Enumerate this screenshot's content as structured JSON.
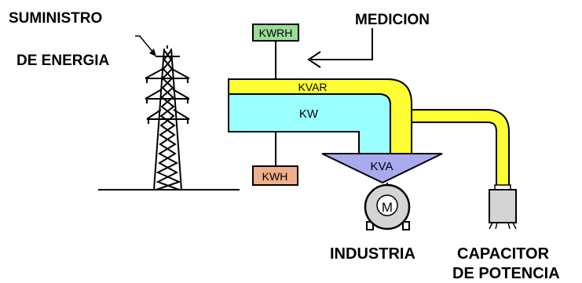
{
  "labels": {
    "supply_line1": "SUMINISTRO",
    "supply_line2": "DE ENERGIA",
    "measurement": "MEDICION",
    "kwrh": "KWRH",
    "kvar": "KVAR",
    "kw": "KW",
    "kva": "KVA",
    "kwh": "KWH",
    "motor": "M",
    "industry": "INDUSTRIA",
    "capacitor_line1": "CAPACITOR",
    "capacitor_line2": "DE POTENCIA"
  },
  "colors": {
    "kvar": "#ffff33",
    "kw": "#99ffff",
    "kva": "#a9a9ee",
    "kwrh_meter": "#99dd99",
    "kwh_meter": "#f0b08a",
    "motor": "#d4d4d4",
    "capacitor": "#d4d4d4"
  },
  "icons": [
    "transmission-tower-icon",
    "motor-icon",
    "capacitor-icon",
    "arrow-left-icon",
    "arrow-down-right-icon"
  ]
}
